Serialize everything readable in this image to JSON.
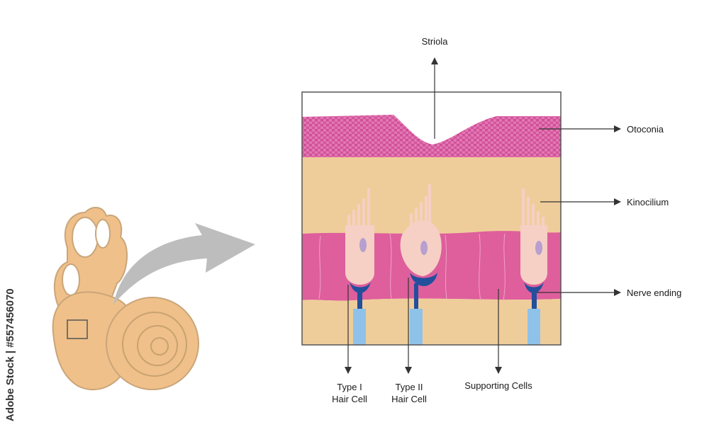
{
  "labels": {
    "striola": "Striola",
    "otoconia": "Otoconia",
    "kinocilium": "Kinocilium",
    "nerve_ending": "Nerve ending",
    "type1_line1": "Type I",
    "type1_line2": "Hair Cell",
    "type2_line1": "Type II",
    "type2_line2": "Hair Cell",
    "supporting_cells": "Supporting Cells"
  },
  "watermark": "Adobe Stock | #557456070",
  "colors": {
    "otoconia": "#d9609e",
    "gel_layer": "#efcd9a",
    "support_layer": "#de5f9c",
    "hair_cell": "#f6d0c4",
    "nucleus": "#b7a0cf",
    "nerve": "#234f9c",
    "axon": "#8fc2e8",
    "inner_ear": "#efc089",
    "arrow": "#bfbfbf"
  }
}
